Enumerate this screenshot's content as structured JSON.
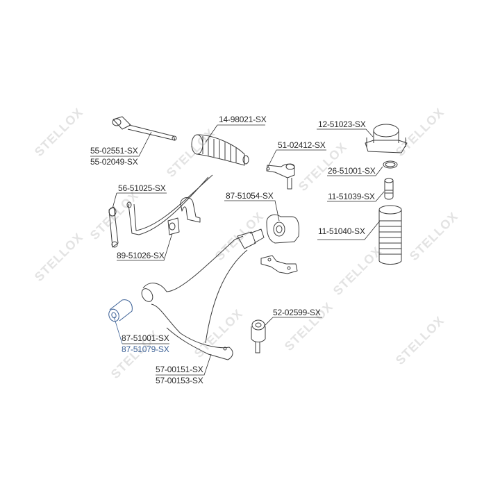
{
  "diagram": {
    "type": "exploded parts diagram",
    "subject": "front suspension components",
    "watermark_text": "STELLOX",
    "highlight_color": "#3a5f95",
    "line_color": "#2a2a2a"
  },
  "labels": {
    "p55_02551": "55-02551-SX",
    "p55_02049": "55-02049-SX",
    "p14_98021": "14-98021-SX",
    "p51_02412": "51-02412-SX",
    "p12_51023": "12-51023-SX",
    "p26_51001": "26-51001-SX",
    "p11_51039": "11-51039-SX",
    "p11_51040": "11-51040-SX",
    "p56_51025": "56-51025-SX",
    "p87_51054": "87-51054-SX",
    "p89_51026": "89-51026-SX",
    "p52_02599": "52-02599-SX",
    "p87_51001": "87-51001-SX",
    "p87_51079": "87-51079-SX",
    "p57_00151": "57-00151-SX",
    "p57_00153": "57-00153-SX"
  },
  "highlighted_part": "87-51079-SX"
}
